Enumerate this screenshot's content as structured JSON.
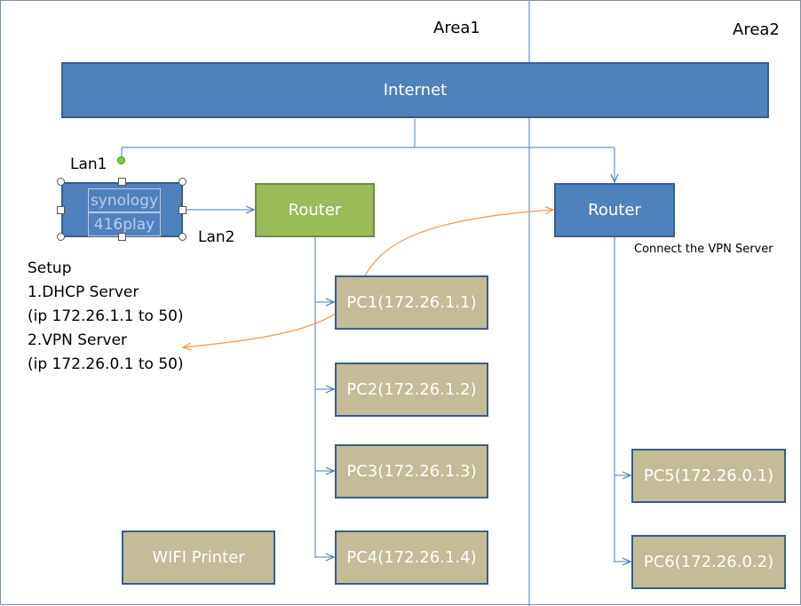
{
  "areas": {
    "area1": "Area1",
    "area2": "Area2"
  },
  "internet": "Internet",
  "nas": {
    "line1": "synology",
    "line2": "416play",
    "lan1": "Lan1",
    "lan2": "Lan2"
  },
  "area1_router": "Router",
  "area2_router": "Router",
  "vpn_note": "Connect the VPN Server",
  "setup": {
    "title": "Setup",
    "line1": "1.DHCP Server",
    "line2": "(ip 172.26.1.1 to 50)",
    "line3": "2.VPN Server",
    "line4": "(ip 172.26.0.1 to 50)"
  },
  "area1_pcs": [
    "PC1(172.26.1.1)",
    "PC2(172.26.1.2)",
    "PC3(172.26.1.3)",
    "PC4(172.26.1.4)"
  ],
  "area2_pcs": [
    "PC5(172.26.0.1)",
    "PC6(172.26.0.2)"
  ],
  "printer": "WIFI Printer",
  "colors": {
    "blue_fill": "#4f81bd",
    "green_fill": "#9bbb59",
    "tan_fill": "#c4bc96",
    "connector": "#4a7ebb",
    "vpn_curve": "#f79646"
  }
}
